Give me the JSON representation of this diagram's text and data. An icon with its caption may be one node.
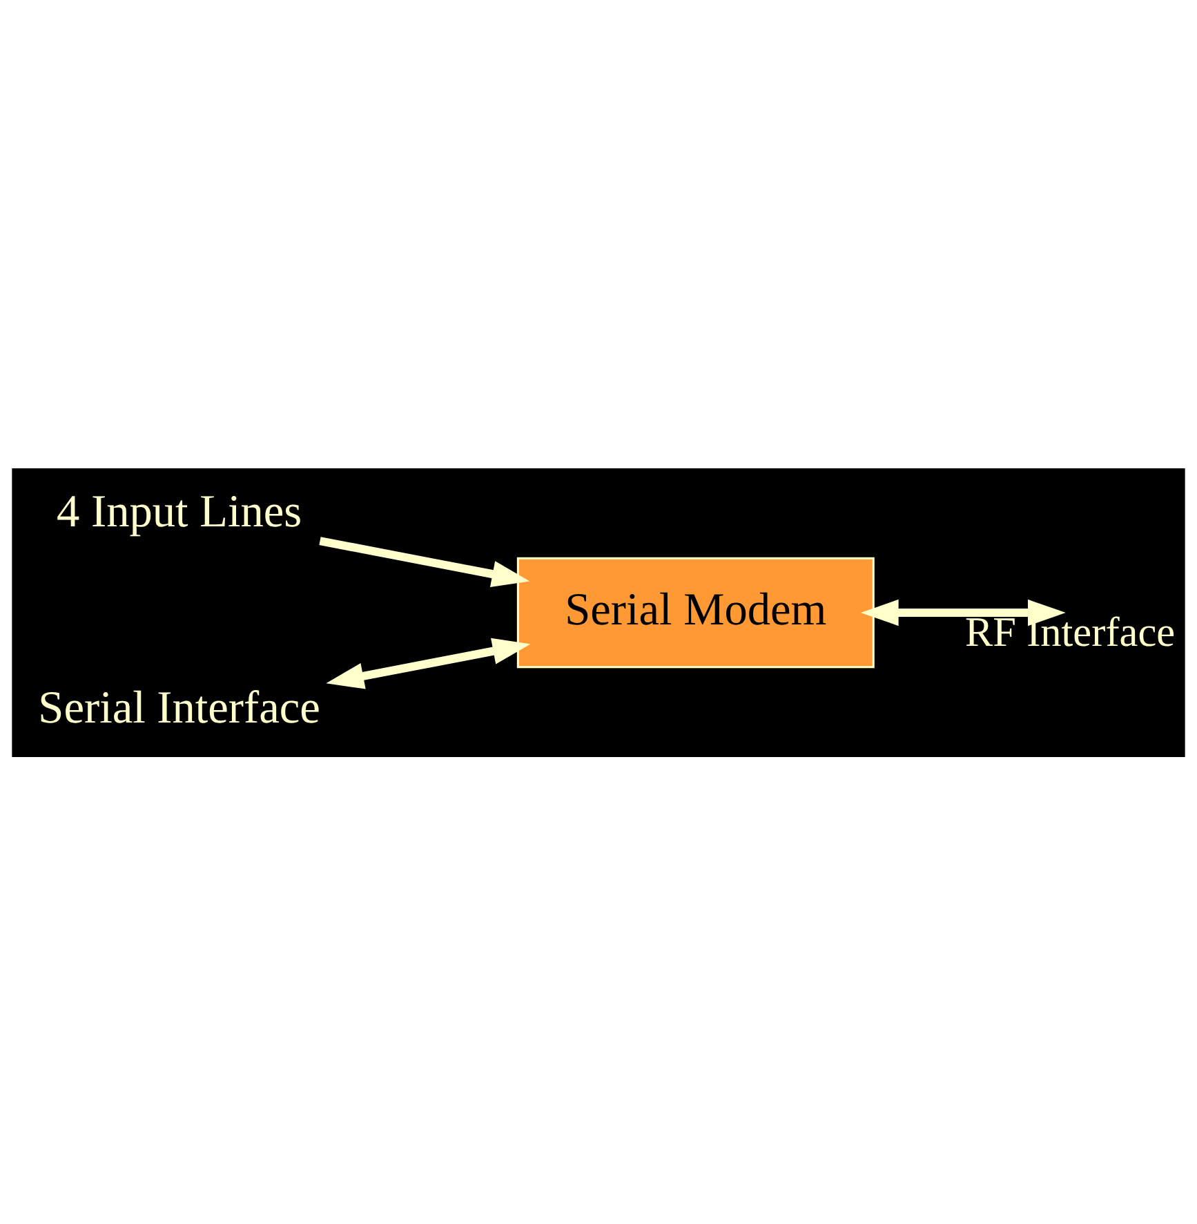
{
  "diagram": {
    "nodes": [
      {
        "text": [
          "4 Input Lines"
        ]
      },
      {
        "text": [
          "Serial Modem"
        ]
      },
      {
        "text": [
          "Serial Interface"
        ]
      }
    ],
    "edges": [
      {
        "from": 0,
        "to": 1,
        "arrow": "to"
      },
      {
        "from": 2,
        "to": 1,
        "arrow": "both"
      },
      {
        "from": 1,
        "to": null,
        "arrow": "both",
        "label": "RF Interface"
      }
    ]
  }
}
